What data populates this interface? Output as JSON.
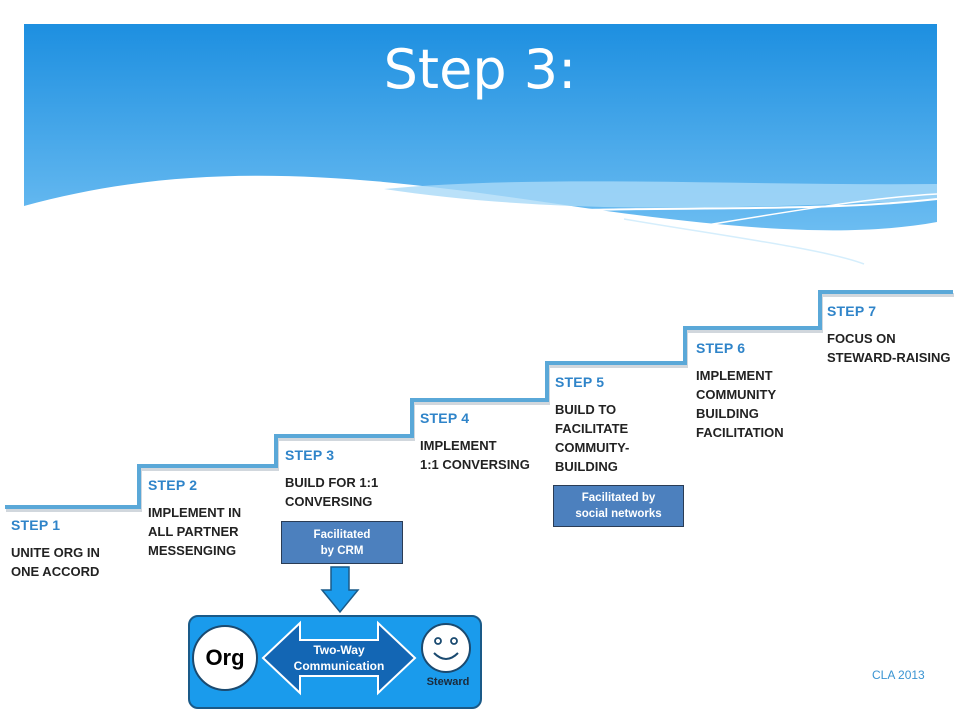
{
  "title": "Step 3:",
  "steps": [
    {
      "heading": "STEP 1",
      "lines": [
        "UNITE  ORG IN",
        "ONE ACCORD"
      ]
    },
    {
      "heading": "STEP 2",
      "lines": [
        "IMPLEMENT IN",
        "ALL PARTNER",
        "MESSENGING"
      ]
    },
    {
      "heading": "STEP 3",
      "lines": [
        "BUILD FOR 1:1",
        "CONVERSING"
      ]
    },
    {
      "heading": "STEP 4",
      "lines": [
        "IMPLEMENT",
        "1:1 CONVERSING"
      ]
    },
    {
      "heading": "STEP 5",
      "lines": [
        "BUILD TO",
        "FACILITATE",
        "COMMUITY-",
        "BUILDING"
      ]
    },
    {
      "heading": "STEP 6",
      "lines": [
        "IMPLEMENT",
        "COMMUNITY",
        "BUILDING",
        "FACILITATION"
      ]
    },
    {
      "heading": "STEP 7",
      "lines": [
        "FOCUS ON",
        "STEWARD-RAISING"
      ]
    }
  ],
  "facilitators": [
    {
      "lines": [
        "Facilitated",
        "by CRM"
      ]
    },
    {
      "lines": [
        "Facilitated by",
        "social networks"
      ]
    }
  ],
  "communication": {
    "org_label": "Org",
    "arrow_lines": [
      "Two-Way",
      "Communication"
    ],
    "steward_label": "Steward"
  },
  "credit": "CLA 2013",
  "colors": {
    "banner_top": "#1d8fe0",
    "banner_bottom": "#7cc6f5",
    "stair_line": "#5aa8d8",
    "step_heading": "#2f84c9",
    "box_fill": "#4c80be",
    "arrow_fill": "#1a9bec",
    "comm_arrow": "#1366b4"
  },
  "icons": {
    "down_arrow": "down-arrow-icon",
    "two_way_arrow": "two-way-arrow-icon",
    "steward": "smiley-face-icon"
  }
}
